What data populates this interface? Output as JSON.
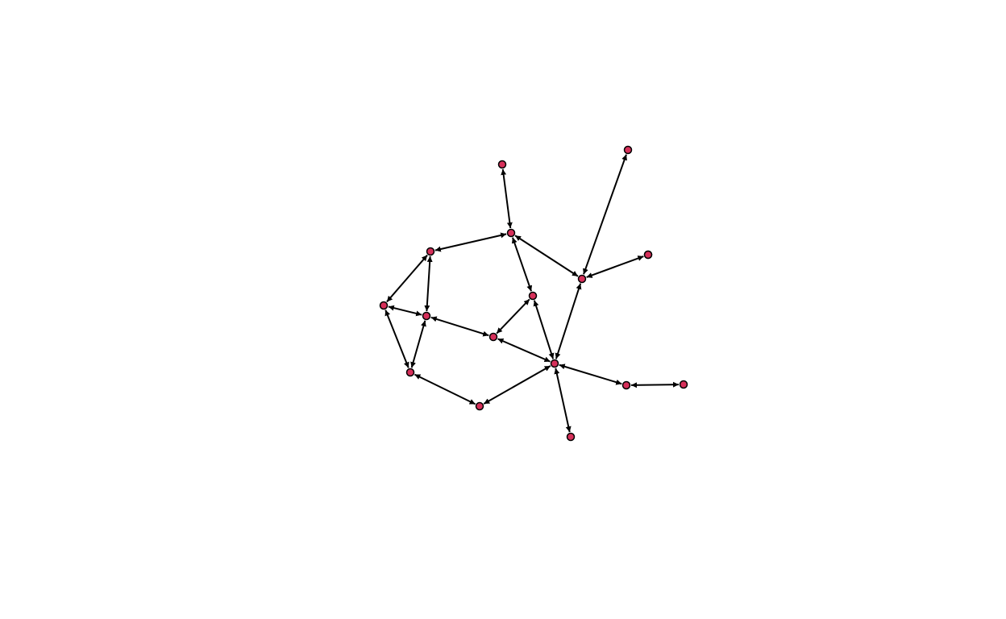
{
  "diagram": {
    "type": "directed-graph",
    "colors": {
      "background": "#ffffff",
      "node_fill": "#d6305a",
      "node_stroke": "#000000",
      "edge": "#000000"
    },
    "nodes": [
      "n1",
      "n2",
      "n3",
      "n4",
      "n5",
      "n6",
      "n7",
      "n8",
      "n9",
      "n10",
      "n11",
      "n12",
      "n13",
      "n14",
      "n15",
      "n16"
    ],
    "edges": [
      {
        "from": "n1",
        "to": "n2",
        "bidirectional": true
      },
      {
        "from": "n2",
        "to": "n4",
        "bidirectional": true
      },
      {
        "from": "n2",
        "to": "n6",
        "bidirectional": true
      },
      {
        "from": "n2",
        "to": "n7",
        "bidirectional": true
      },
      {
        "from": "n4",
        "to": "n5",
        "bidirectional": true
      },
      {
        "from": "n4",
        "to": "n8",
        "bidirectional": true
      },
      {
        "from": "n8",
        "to": "n5",
        "bidirectional": true
      },
      {
        "from": "n5",
        "to": "n11",
        "bidirectional": true
      },
      {
        "from": "n8",
        "to": "n11",
        "bidirectional": true
      },
      {
        "from": "n8",
        "to": "n10",
        "bidirectional": true
      },
      {
        "from": "n7",
        "to": "n10",
        "bidirectional": true
      },
      {
        "from": "n10",
        "to": "n12",
        "bidirectional": true
      },
      {
        "from": "n11",
        "to": "n15",
        "bidirectional": true
      },
      {
        "from": "n15",
        "to": "n12",
        "bidirectional": true
      },
      {
        "from": "n7",
        "to": "n12",
        "bidirectional": true
      },
      {
        "from": "n6",
        "to": "n12",
        "bidirectional": true
      },
      {
        "from": "n6",
        "to": "n3",
        "bidirectional": true
      },
      {
        "from": "n12",
        "to": "n13",
        "bidirectional": true
      },
      {
        "from": "n13",
        "to": "n14",
        "bidirectional": true
      },
      {
        "from": "n12",
        "to": "n16",
        "bidirectional": true
      }
    ]
  }
}
